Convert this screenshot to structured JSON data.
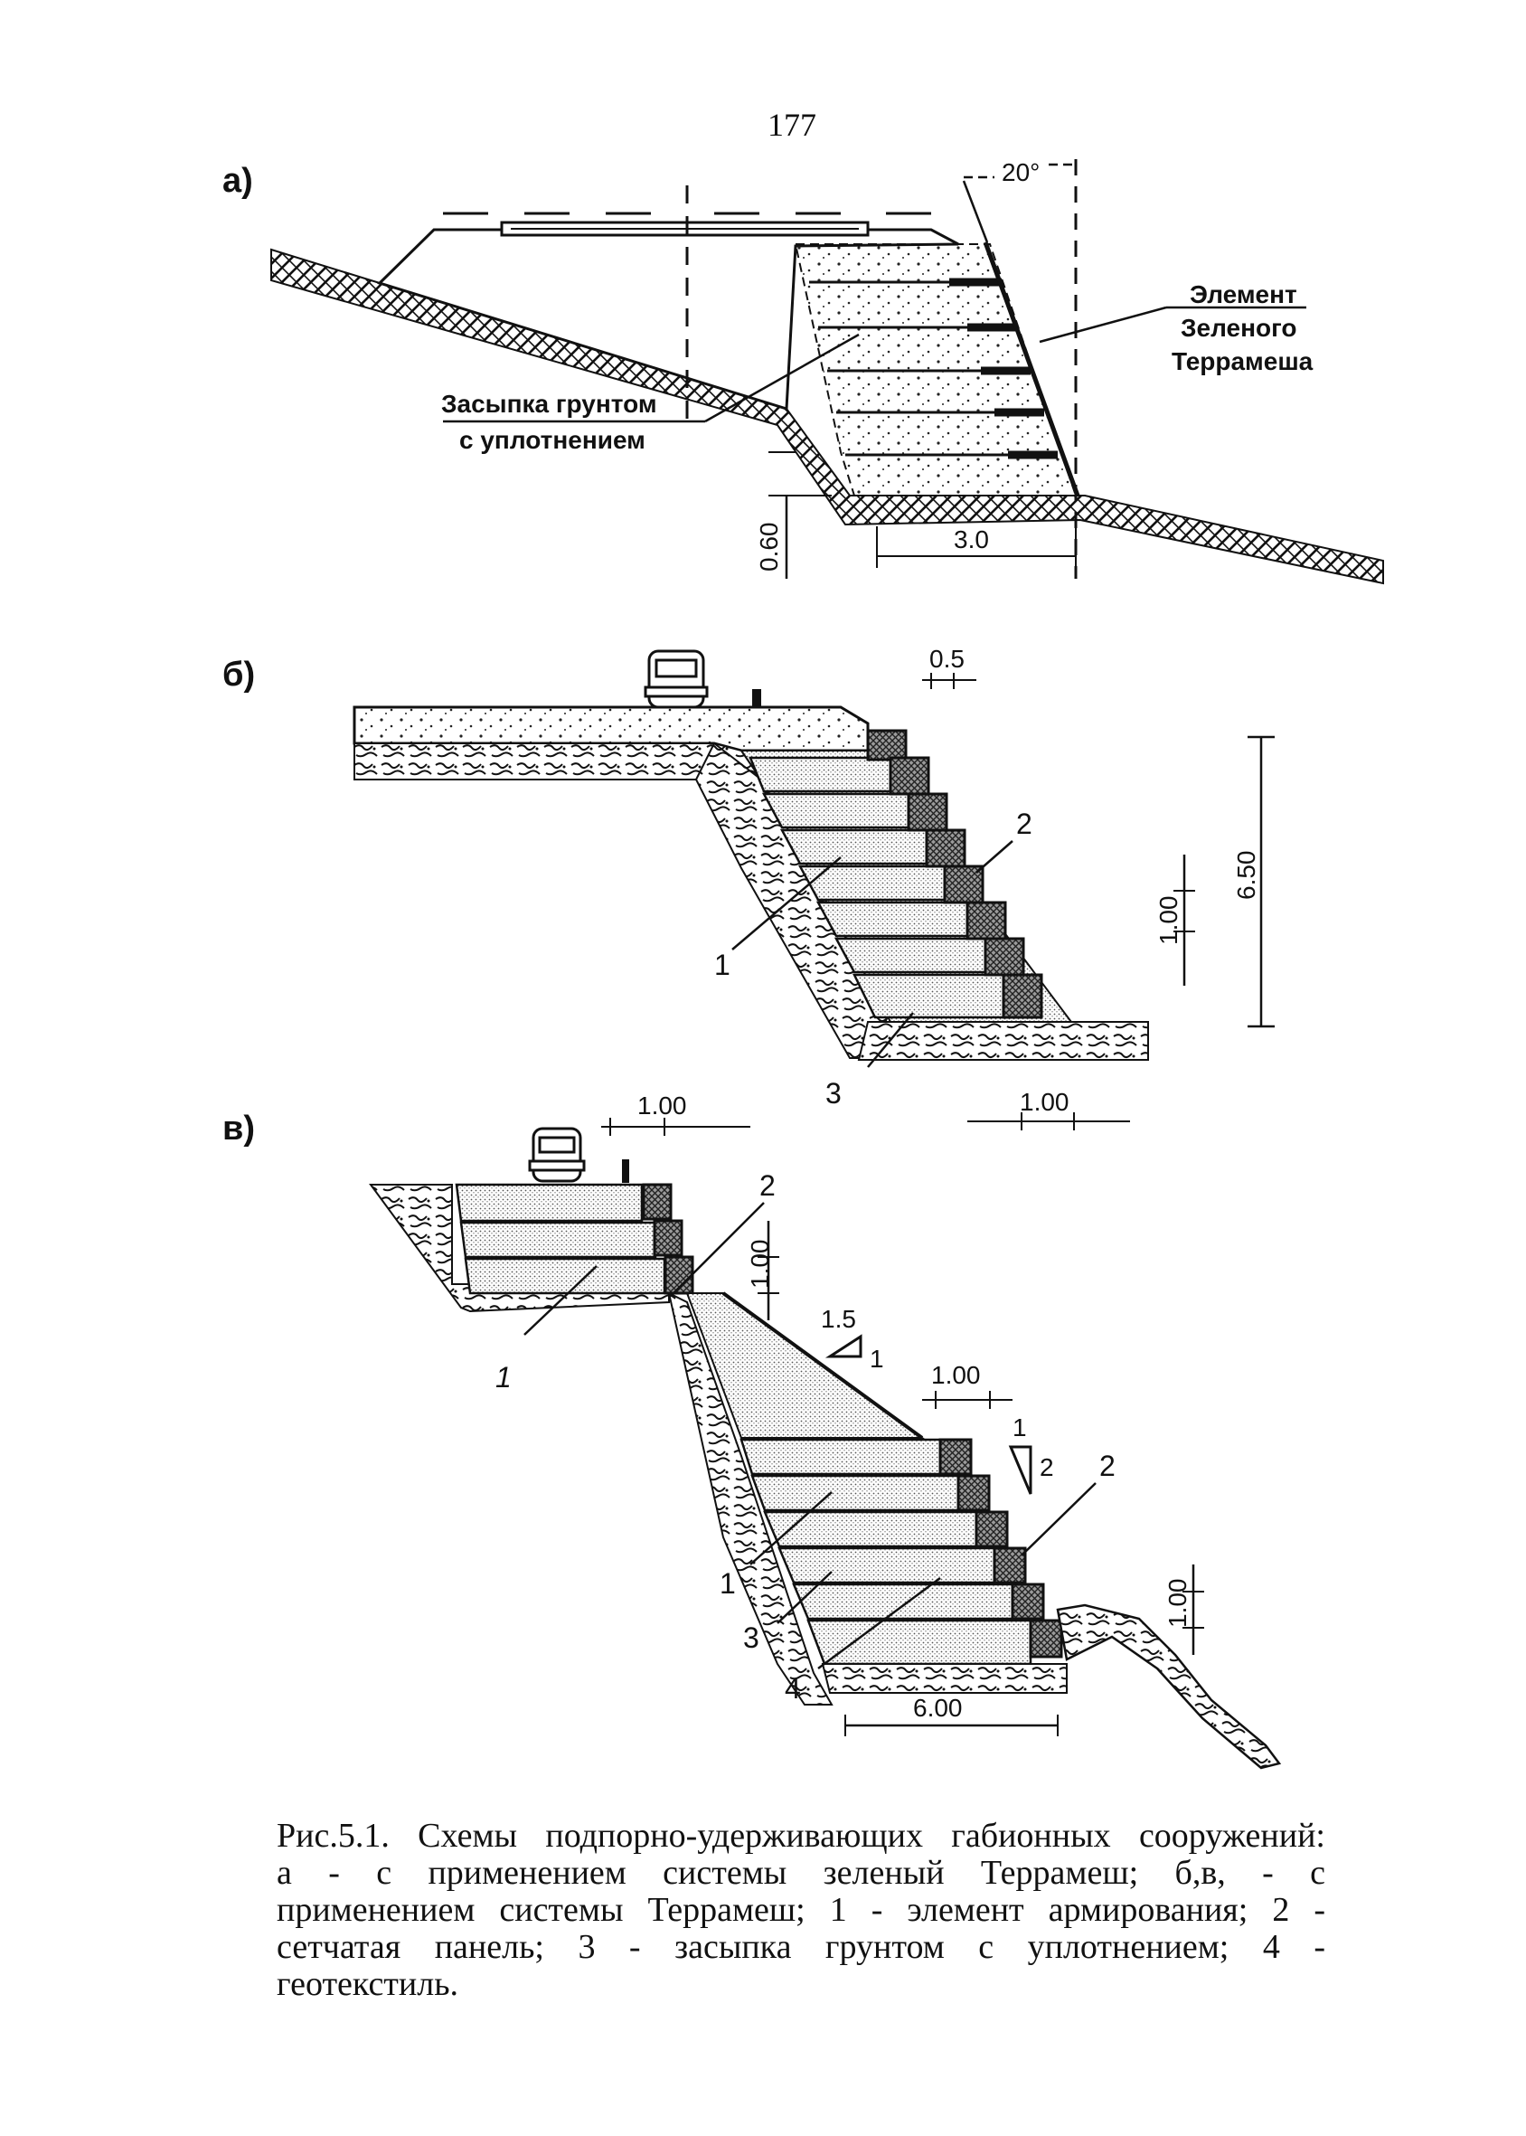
{
  "page_number": "177",
  "panels": {
    "a": {
      "label": "а)",
      "angle_label": "20°",
      "element_label": [
        "Элемент",
        "Зеленого",
        "Террамеша"
      ],
      "backfill_label": [
        "Засыпка грунтом",
        "с уплотнением"
      ],
      "dim_height": "0.60",
      "dim_width": "3.0"
    },
    "b": {
      "label": "б)",
      "dim_top": "0.5",
      "dim_step": "1.00",
      "dim_total": "6.50",
      "num_1": "1",
      "num_2": "2",
      "num_3": "3"
    },
    "v": {
      "label": "в)",
      "dim_top_left": "1.00",
      "dim_top_right": "1.00",
      "dim_step_upper": "1.00",
      "slope_upper_a": "1.5",
      "slope_upper_b": "1",
      "dim_mid": "1.00",
      "slope_lower_a": "1",
      "slope_lower_b": "2",
      "dim_step_lower": "1.00",
      "dim_base": "6.00",
      "num_1_upper": "1",
      "num_2_upper": "2",
      "num_1": "1",
      "num_2": "2",
      "num_3": "3",
      "num_4": "4"
    }
  },
  "caption": {
    "lines": [
      "Рис.5.1. Схемы подпорно-удерживающих габионных сооружений:",
      "а - с применением системы зеленый Террамеш; б,в, - с",
      "применением системы Террамеш; 1 - элемент армирования; 2 -",
      "сетчатая панель; 3 - засыпка грунтом с уплотнением; 4 -",
      "геотекстиль."
    ]
  }
}
